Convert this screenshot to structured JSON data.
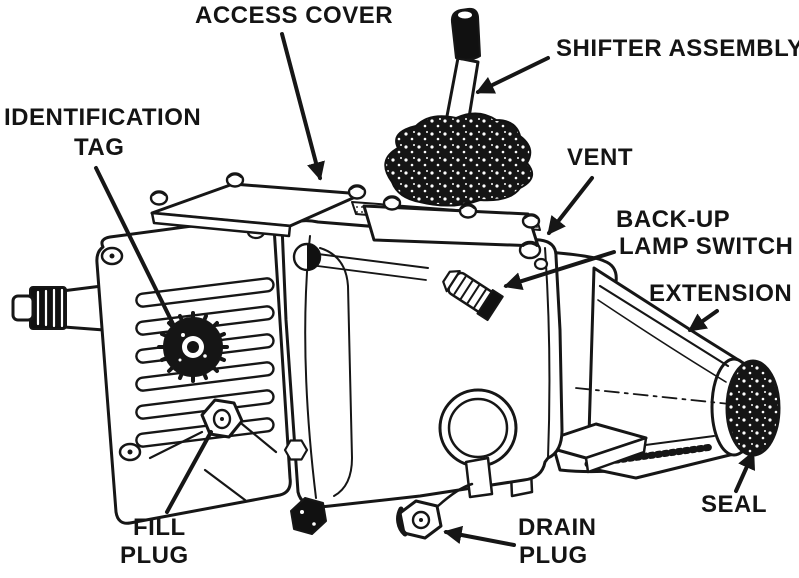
{
  "figure": {
    "subject": "Manual transmission component identification line illustration",
    "style": {
      "ink": "#161616",
      "background": "#ffffff"
    }
  },
  "labels": {
    "access_cover": {
      "text": "ACCESS COVER"
    },
    "shifter_assembly": {
      "text": "SHIFTER ASSEMBLY"
    },
    "identification_tag": {
      "line1": "IDENTIFICATION",
      "line2": "TAG"
    },
    "vent": {
      "text": "VENT"
    },
    "backup_lamp_switch": {
      "line1": "BACK-UP",
      "line2": "LAMP SWITCH"
    },
    "extension": {
      "text": "EXTENSION"
    },
    "seal": {
      "text": "SEAL"
    },
    "fill_plug": {
      "line1": "FILL",
      "line2": "PLUG"
    },
    "drain_plug": {
      "line1": "DRAIN",
      "line2": "PLUG"
    }
  }
}
